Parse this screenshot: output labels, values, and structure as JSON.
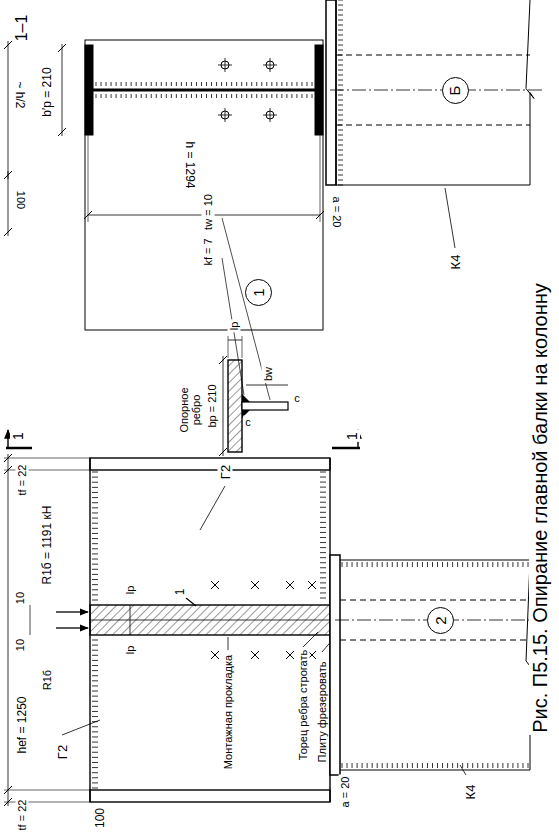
{
  "diagram": {
    "caption": "Рис. П5.15. Опирание главной балки на колонну",
    "nodes": [
      {
        "text": [
          "1"
        ]
      },
      {
        "text": [
          "2"
        ]
      },
      {
        "text": [
          "Б"
        ]
      }
    ],
    "labels": [
      "1–1",
      "b′p = 210",
      "~ h/2",
      "100",
      "h = 1294",
      "a = 20",
      "К4",
      "Опорное ребро",
      "bp = 210",
      "lp",
      "bw",
      "kf = 7",
      "tw = 10",
      "c",
      "c",
      "1",
      "1",
      "10",
      "10",
      "R1б = 1191 кН",
      "R1б",
      "tf = 22",
      "hef = 1250",
      "tf = 22",
      "Г2",
      "Г2",
      "lp",
      "lp",
      "1",
      "Монтажная прокладка",
      "Торец ребра строгать",
      "Плиту фрезеровать",
      "a = 20",
      "К4",
      "100"
    ]
  }
}
